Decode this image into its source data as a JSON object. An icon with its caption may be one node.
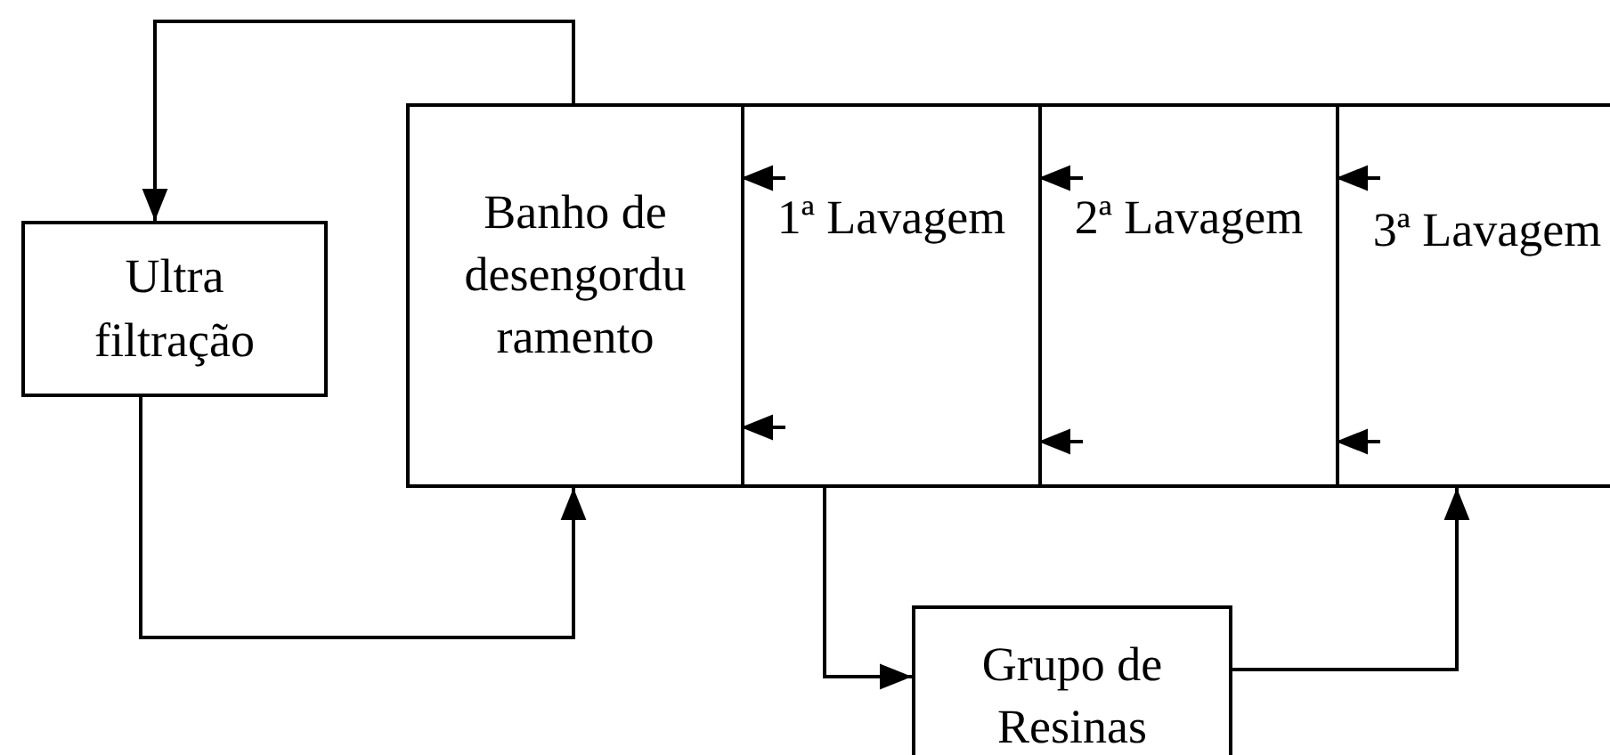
{
  "diagram": {
    "nodes": [
      {
        "text": [
          "Ultra filtração"
        ]
      },
      {
        "text": [
          "Banho de desengordu ramento"
        ]
      },
      {
        "text": [
          "1ª Lavagem"
        ]
      },
      {
        "text": [
          "2ª Lavagem"
        ]
      },
      {
        "text": [
          "3ª Lavagem"
        ]
      },
      {
        "text": [
          "Grupo de Resinas"
        ]
      }
    ],
    "edges": [
      {
        "from": 1,
        "to": 0,
        "arrow": "to"
      },
      {
        "from": 0,
        "to": 1,
        "arrow": "to"
      },
      {
        "from": 2,
        "to": 1,
        "arrow": "to"
      },
      {
        "from": 2,
        "to": 1,
        "arrow": "to"
      },
      {
        "from": 3,
        "to": 2,
        "arrow": "to"
      },
      {
        "from": 3,
        "to": 2,
        "arrow": "to"
      },
      {
        "from": 4,
        "to": 3,
        "arrow": "to"
      },
      {
        "from": 4,
        "to": 3,
        "arrow": "to"
      },
      {
        "from": 2,
        "to": 5,
        "arrow": "to"
      },
      {
        "from": 5,
        "to": 4,
        "arrow": "to"
      }
    ]
  }
}
